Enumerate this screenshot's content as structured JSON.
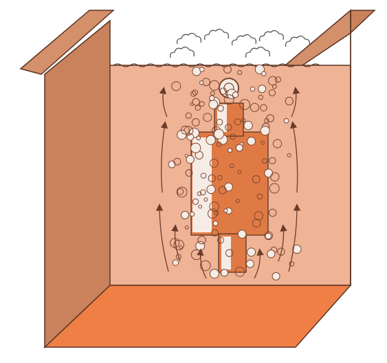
{
  "figure": {
    "subject": "object-immersed-in-bubbling-liquid-tank",
    "text": []
  },
  "colors": {
    "background": "#ffffff",
    "tank_wall_left": "#c9825b",
    "tank_wall_top": "#d4906a",
    "tank_floor": "#ef7f45",
    "liquid": "#efb396",
    "object_core": "#e07a45",
    "object_highlight": "#f6ece6",
    "bubble_stroke": "#7a4630",
    "outline": "#5a3424",
    "arrow": "#6b3c28",
    "steam": "#555555"
  },
  "bubbles": {
    "count": 140
  },
  "steam_puffs": {
    "count": 7
  },
  "flow_arrows": {
    "count": 10
  }
}
